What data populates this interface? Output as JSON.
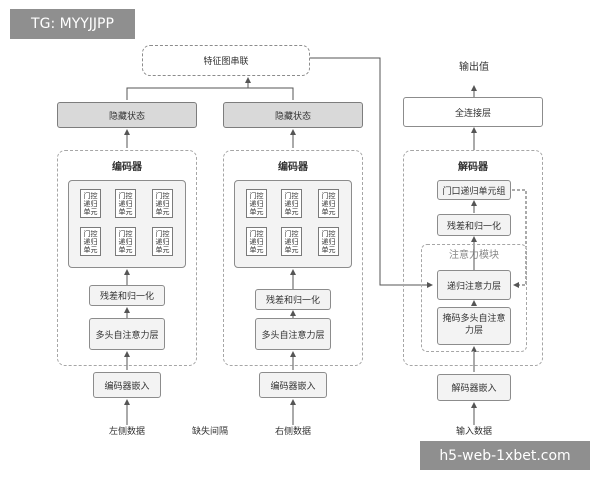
{
  "watermark_top": "TG: MYYJJPP",
  "watermark_bottom": "h5-web-1xbet.com",
  "feature_concat": "特征图串联",
  "left_branch": {
    "hidden_state": "隐藏状态",
    "encoder_title": "编码器",
    "gru_cell": "门控\n递归\n单元",
    "residual_norm": "残差和归一化",
    "mhsa": "多头自注意力层",
    "embedding": "编码器嵌入",
    "input_label": "左侧数据"
  },
  "right_branch": {
    "hidden_state": "隐藏状态",
    "encoder_title": "编码器",
    "gru_cell": "门控\n递归\n单元",
    "residual_norm": "残差和归一化",
    "mhsa": "多头自注意力层",
    "embedding": "编码器嵌入",
    "input_label": "右侧数据"
  },
  "missing_interval": "缺失间隔",
  "decoder": {
    "output_label": "输出值",
    "fc_layer": "全连接层",
    "decoder_title": "解码器",
    "gru_group": "门口递归单元组",
    "residual_norm": "残差和归一化",
    "attention_module": "注意力模块",
    "recurrent_attention": "递归注意力层",
    "masked_mhsa": "掩码多头自注意力层",
    "embedding": "解码器嵌入",
    "input_label": "输入数据"
  }
}
